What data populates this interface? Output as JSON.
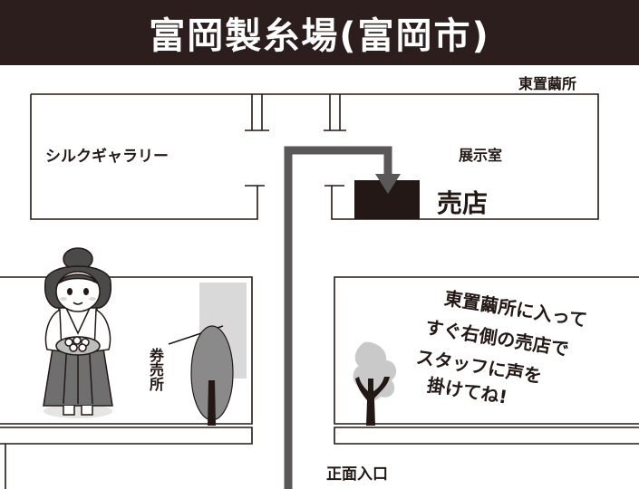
{
  "title": "富岡製糸場(富岡市)",
  "labels": {
    "east_hall": "東置繭所",
    "silk_gallery": "シルクギャラリー",
    "exhibit_room": "展示室",
    "shop": "売店",
    "ticket_office": "券売所",
    "main_entrance": "正面入口"
  },
  "note_lines": [
    "東置繭所に入って",
    "すぐ右側の売店で",
    "スタッフに声を",
    "掛けてね!"
  ],
  "colors": {
    "title_bar": "#2b1e1c",
    "route": "#595757",
    "shop_box": "#231815",
    "building_outline": "#231815",
    "tree_trunk": "#231815",
    "tree_canopy": "#8a8a8a",
    "tree_canopy_light": "#c9c9c9",
    "ticket_booth": "#d9d9d9"
  },
  "icons": [
    "route-arrow-icon",
    "mascot-girl-icon",
    "tree-icon",
    "tree-light-icon"
  ]
}
